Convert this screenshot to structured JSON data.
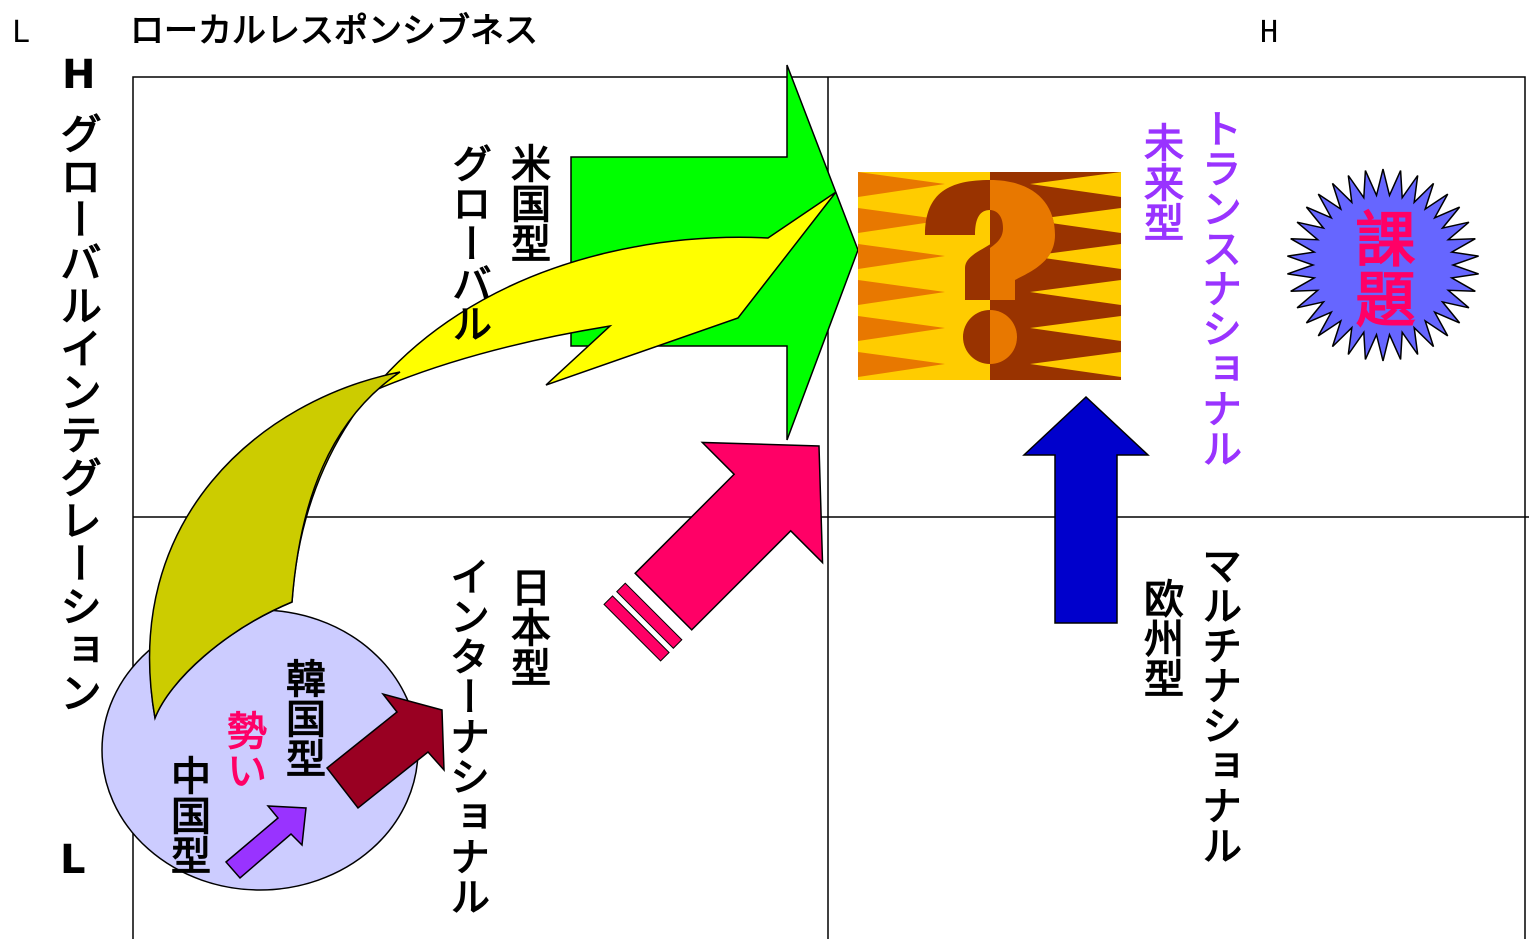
{
  "axis": {
    "x_title": "ローカルレスポンシブネス",
    "x_low": "L",
    "x_high": "H",
    "y_title": "グローバルインテグレーション",
    "y_high": "H",
    "y_low": "L"
  },
  "quadrants": {
    "global": {
      "name": "グローバル",
      "region": "米国型"
    },
    "international": {
      "name": "インターナショナル",
      "region": "日本型"
    },
    "multinational": {
      "name": "マルチナショナル",
      "region": "欧州型"
    },
    "transnational": {
      "name": "トランスナショナル",
      "region": "未来型"
    }
  },
  "circle": {
    "korea": "韓国型",
    "momentum": "勢い",
    "china": "中国型"
  },
  "challenge": "課題",
  "colors": {
    "green_arrow": "#00ff00",
    "yellow_arrow": "#ffff00",
    "olive_arrow": "#cccc00",
    "pink_arrow": "#ff0066",
    "blue_arrow": "#0000cc",
    "maroon_arrow": "#990022",
    "purple_arrow": "#9933ff",
    "circle_fill": "#ccccff",
    "starburst": "#6666ff",
    "transnational_text": "#9933ff",
    "momentum_text": "#ff0066"
  },
  "icons": {
    "question_tile": "question-mark-icon"
  }
}
